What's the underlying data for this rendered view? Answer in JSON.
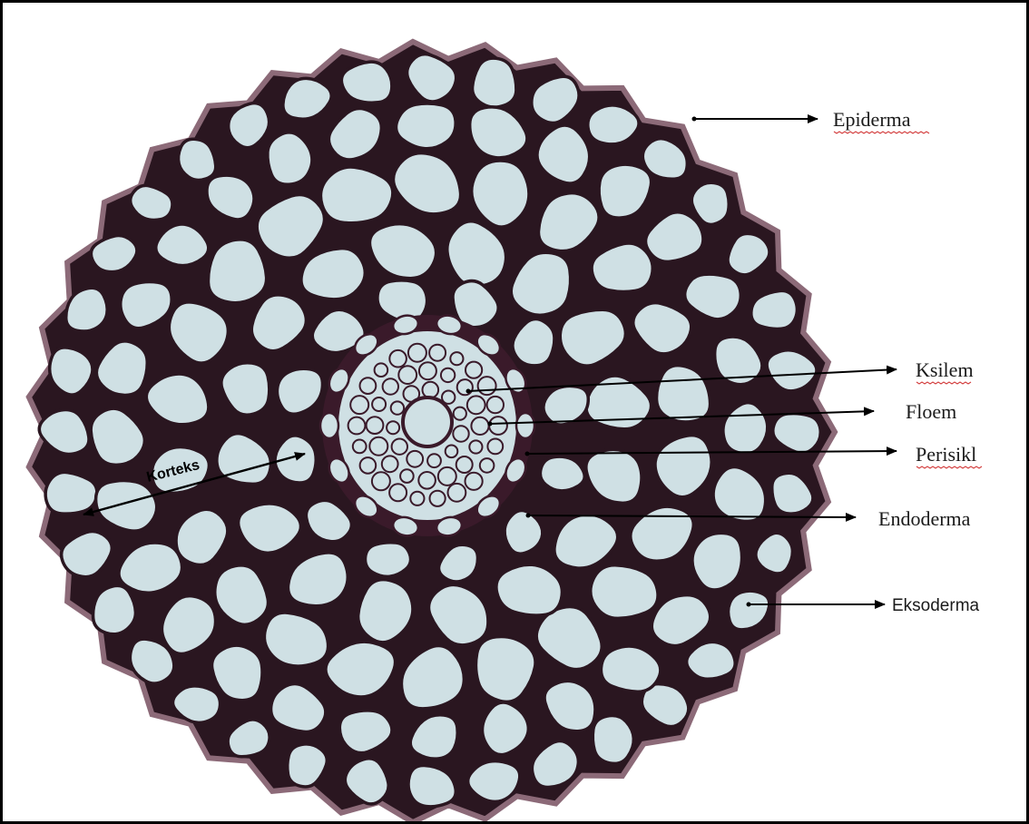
{
  "diagram": {
    "labels": {
      "epiderma": "Epiderma",
      "ksilem": "Ksilem",
      "floem": "Floem",
      "perisikl": "Perisikl",
      "endoderma": "Endoderma",
      "eksoderma": "Eksoderma",
      "korteks": "Korteks"
    }
  },
  "colors": {
    "cell_fill": "#cfe0e4",
    "cell_wall": "#2a1620",
    "surface_tissue": "#8c6a78",
    "stele_wall": "#3a1a2a",
    "arrow": "#000000",
    "frame": "#000000",
    "spellcheck_underline": "#d23a3a"
  }
}
